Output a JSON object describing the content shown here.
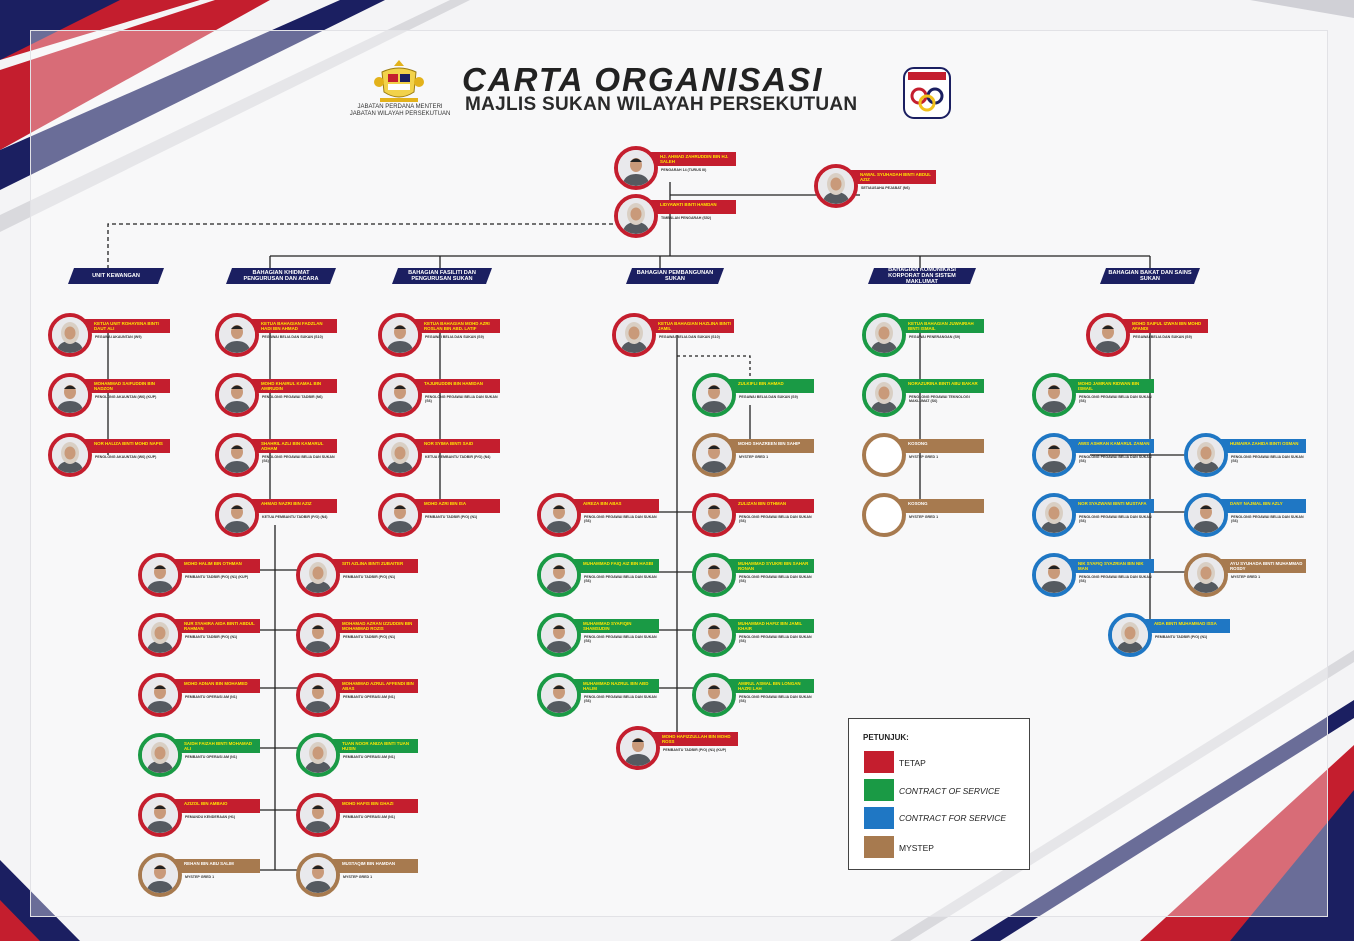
{
  "header": {
    "title": "CARTA ORGANISASI",
    "subtitle": "MAJLIS SUKAN WILAYAH PERSEKUTUAN",
    "crest_caption_line1": "JABATAN PERDANA MENTERI",
    "crest_caption_line2": "JABATAN WILAYAH PERSEKUTUAN",
    "crest_icon": "jata-negara-crest-icon",
    "logo_icon": "msws-logo-icon"
  },
  "departments": [
    "UNIT KEWANGAN",
    "BAHAGIAN KHIDMAT PENGURUSAN DAN ACARA",
    "BAHAGIAN FASILITI DAN PENGURUSAN SUKAN",
    "BAHAGIAN PEMBANGUNAN SUKAN",
    "BAHAGIAN KOMUNIKASI KORPORAT DAN SISTEM MAKLUMAT",
    "BAHAGIAN BAKAT DAN SAINS SUKAN"
  ],
  "staff": [
    {
      "name": "HJ. AHMAD ZAHRUDDIN BIN HJ. SALEH",
      "position": "PENGARAH 14 (TURUS III)",
      "type": "tetap"
    },
    {
      "name": "NAWAL SYUHADAH BINTI ABDUL AZIZ",
      "position": "SETIAUSAHA PEJABAT (N6)",
      "type": "tetap"
    },
    {
      "name": "LIDYAWATI BINTI HAMDAN",
      "position": "TIMBALAN PENGARAH (S52)",
      "type": "tetap"
    },
    {
      "name": "KETUA UNIT ROHAYENA BINTI DAUT ALI",
      "position": "PEGAWAI AKAUNTAN (W9)",
      "type": "tetap"
    },
    {
      "name": "MOHAMMAD SAIFUDDIN BIN NADZON",
      "position": "PENOLONG AKAUNTAN (W6) (KUP)",
      "type": "tetap"
    },
    {
      "name": "NOR HALIZA BINTI MOHD NAPIS",
      "position": "PENOLONG AKAUNTAN (W6) (KUP)",
      "type": "tetap"
    },
    {
      "name": "KETUA BAHAGIAN FADZLAN HADI BIN AHMAD",
      "position": "PEGAWAI BELIA DAN SUKAN (S10)",
      "type": "tetap"
    },
    {
      "name": "MOHD KHAIRUL KAMAL BIN AMIRUDIN",
      "position": "PENOLONG PEGAWAI TADBIR (N6)",
      "type": "tetap"
    },
    {
      "name": "SHAHRIL AZLI BIN KAMARUL ADHAM",
      "position": "PENOLONG PEGAWAI BELIA DAN SUKAN (S6)",
      "type": "tetap"
    },
    {
      "name": "AHMAD NAZRI BIN AZIZ",
      "position": "KETUA PEMBANTU TADBIR (P/O) (N4)",
      "type": "tetap"
    },
    {
      "name": "KETUA BAHAGIAN MOHD AZRI ROSLAN BIN ABD. LATIF",
      "position": "PEGAWAI BELIA DAN SUKAN (S9)",
      "type": "tetap"
    },
    {
      "name": "TAJURUDDIN BIN HAMIDAN",
      "position": "PENOLONG PEGAWAI BELIA DAN SUKAN (S6)",
      "type": "tetap"
    },
    {
      "name": "NOR SYIMA BINTI SAID",
      "position": "KETUA PEMBANTU TADBIR (P/O) (N4)",
      "type": "tetap"
    },
    {
      "name": "MOHD AZRI BIN ISA",
      "position": "PEMBANTU TADBIR (P/O) (N1)",
      "type": "tetap"
    },
    {
      "name": "KETUA BAHAGIAN HAZLINA BINTI JAMIL",
      "position": "PEGAWAI BELIA DAN SUKAN (S10)",
      "type": "tetap"
    },
    {
      "name": "ZULKIFLI BIN AHMAD",
      "position": "PEGAWAI BELIA DAN SUKAN (S9)",
      "type": "green"
    },
    {
      "name": "MOHD SHAZREEN BIN SAHIP",
      "position": "MYSTEP GRED 1",
      "type": "brown"
    },
    {
      "name": "KETUA BAHAGIAN JUWAIRIAH BINTI ISMAIL",
      "position": "PEGAWAI PENERANGAN (S9)",
      "type": "green"
    },
    {
      "name": "NORAZURINA BINTI ABU BAKAR",
      "position": "PENOLONG PEGAWAI TEKNOLOGI MAKLUMAT (S6)",
      "type": "green"
    },
    {
      "name": "KOSONG",
      "position": "MYSTEP GRED 1",
      "type": "brown"
    },
    {
      "name": "KOSONG",
      "position": "MYSTEP GRED 1",
      "type": "brown"
    },
    {
      "name": "MOHD SAIFUL IZWAN BIN MOHD AFANDI",
      "position": "PEGAWAI BELIA DAN SUKAN (S9)",
      "type": "tetap"
    },
    {
      "name": "MOHD JAMRAN RIDWAN BIN ISMAIL",
      "position": "PENOLONG PEGAWAI BELIA DAN SUKAN (S6)",
      "type": "green"
    },
    {
      "name": "AWIS ASHRAN KAMARUL ZAMAN",
      "position": "PENOLONG PEGAWAI BELIA DAN SUKAN (S6)",
      "type": "blue"
    },
    {
      "name": "HUMAIRA ZAHIDA BINTI OSMAN",
      "position": "PENOLONG PEGAWAI BELIA DAN SUKAN (S6)",
      "type": "blue"
    },
    {
      "name": "NOR SYAZWANI BINTI MUSTAFA",
      "position": "PENOLONG PEGAWAI BELIA DAN SUKAN (S6)",
      "type": "blue"
    },
    {
      "name": "DANY NAJMAL BIN AZLY",
      "position": "PENOLONG PEGAWAI BELIA DAN SUKAN (S6)",
      "type": "blue"
    },
    {
      "name": "NIK SYAFIQ SYAZRIAN BIN NIK MAN",
      "position": "PENOLONG PEGAWAI BELIA DAN SUKAN (S6)",
      "type": "blue"
    },
    {
      "name": "AYU SYUHADA BINTI MUHAMMAD ROSDY",
      "position": "MYSTEP GRED 1",
      "type": "brown"
    },
    {
      "name": "AIDA BINTI MUHAMMAD ISSA",
      "position": "PEMBANTU TADBIR (P/O) (N1)",
      "type": "blue"
    },
    {
      "name": "AIREZA BIN ABAS",
      "position": "PENOLONG PEGAWAI BELIA DAN SUKAN (S6)",
      "type": "tetap"
    },
    {
      "name": "ZULIZAN BIN OTHMAN",
      "position": "PENOLONG PEGAWAI BELIA DAN SUKAN (S6)",
      "type": "tetap"
    },
    {
      "name": "MUHAMMAD FAIQ AIZ BIN HASBI",
      "position": "PENOLONG PEGAWAI BELIA DAN SUKAN (S6)",
      "type": "green"
    },
    {
      "name": "MUHAMMAD SYUKRI BIN SAHAR RONAN",
      "position": "PENOLONG PEGAWAI BELIA DAN SUKAN (S6)",
      "type": "green"
    },
    {
      "name": "MUHAMMAD SYAFIQIN SHAMSUDIN",
      "position": "PENOLONG PEGAWAI BELIA DAN SUKAN (S6)",
      "type": "green"
    },
    {
      "name": "MUHAMMAD HAFIZ BIN JAMIL KHAIR",
      "position": "PENOLONG PEGAWAI BELIA DAN SUKAN (S6)",
      "type": "green"
    },
    {
      "name": "MUHAMMAD NAZRUL BIN ABD HALIM",
      "position": "PENOLONG PEGAWAI BELIA DAN SUKAN (S6)",
      "type": "green"
    },
    {
      "name": "AMIRUL ASMAL BIN LONGAN HAZRI LAH",
      "position": "PENOLONG PEGAWAI BELIA DAN SUKAN (S6)",
      "type": "green"
    },
    {
      "name": "MOHD HAFIZZULLAH BIN MOHD ROSS",
      "position": "PEMBANTU TADBIR (P/O) (N1) (KUP)",
      "type": "tetap"
    },
    {
      "name": "MOHD HALIM BIN OTHMAN",
      "position": "PEMBANTU TADBIR (P/O) (N1) (KUP)",
      "type": "tetap"
    },
    {
      "name": "SITI AZLINA BINTI ZUBAITER",
      "position": "PEMBANTU TADBIR (P/O) (N1)",
      "type": "tetap"
    },
    {
      "name": "NUR SYAHIRA AIDA BINTI ABDUL RAHMAN",
      "position": "PEMBANTU TADBIR (P/O) (N1)",
      "type": "tetap"
    },
    {
      "name": "MOHAMAD AZRAN IZZUDDIN BIN MOHAMMAD ROZIS",
      "position": "PEMBANTU TADBIR (P/O) (N1)",
      "type": "tetap"
    },
    {
      "name": "MOHD ADNAN BIN MOHAMED",
      "position": "PEMBANTU OPERASI AM (N1)",
      "type": "tetap"
    },
    {
      "name": "MOHAMMAD AZRUL AFFENDI BIN ABAS",
      "position": "PEMBANTU OPERASI AM (N1)",
      "type": "tetap"
    },
    {
      "name": "SAIDH FAIZAH BINTI MOHAMAD ALI",
      "position": "PEMBANTU OPERASI AM (N1)",
      "type": "green"
    },
    {
      "name": "TUAN NOOR ANIZA BINTI TUAN HUSIN",
      "position": "PEMBANTU OPERASI AM (N1)",
      "type": "green"
    },
    {
      "name": "AZIZOL BIN AMBAIO",
      "position": "PEMANDU KENDERAAN (H1)",
      "type": "tetap"
    },
    {
      "name": "MOHD HAFIS BIN GHAZI",
      "position": "PEMBANTU OPERASI AM (N1)",
      "type": "tetap"
    },
    {
      "name": "REHAN BIN ABU SALIM",
      "position": "MYSTEP GRED 1",
      "type": "brown"
    },
    {
      "name": "MUSTAQIM BIN HAMDAN",
      "position": "MYSTEP GRED 1",
      "type": "brown"
    }
  ],
  "legend": {
    "title": "PETUNJUK:",
    "items": [
      {
        "label": "TETAP",
        "color": "#c41e2e"
      },
      {
        "label": "CONTRACT OF SERVICE",
        "color": "#1a9a45"
      },
      {
        "label": "CONTRACT FOR SERVICE",
        "color": "#1f77c4"
      },
      {
        "label": "MYSTEP",
        "color": "#a77a4f"
      }
    ]
  },
  "colors": {
    "tetap": "#c41e2e",
    "green": "#1a9a45",
    "blue": "#1f77c4",
    "brown": "#a77a4f",
    "navy": "#1b1f61"
  }
}
